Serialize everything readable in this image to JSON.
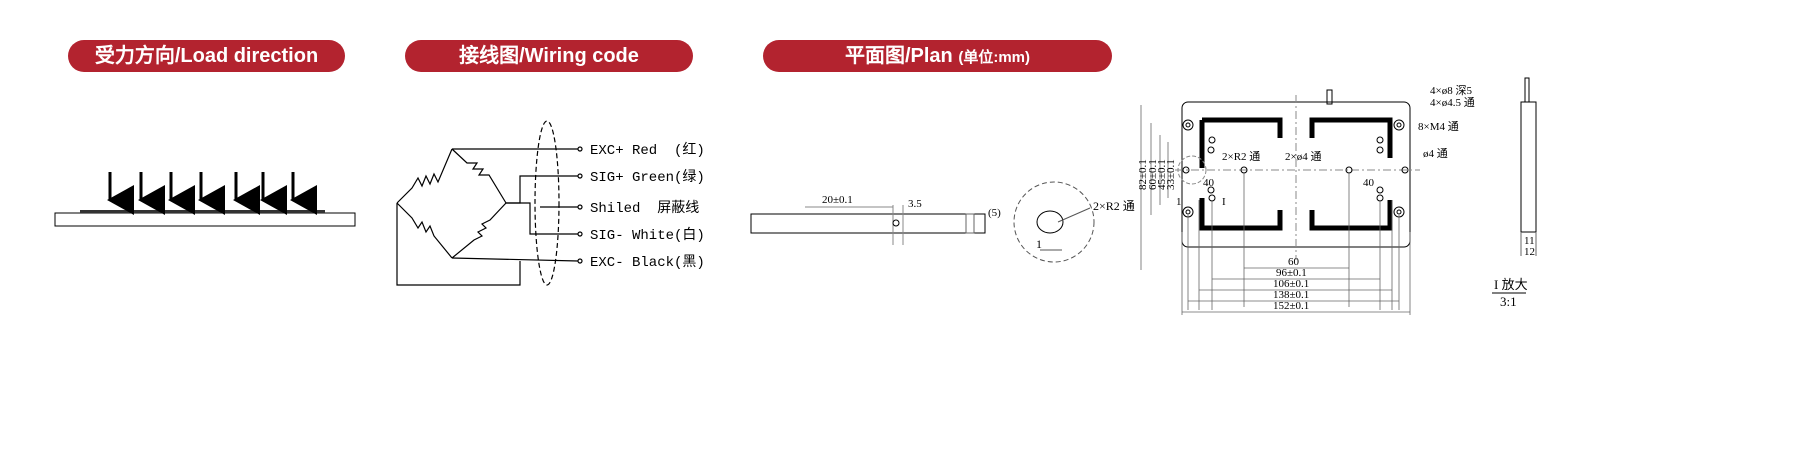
{
  "sections": {
    "load": {
      "title": "受力方向/Load direction"
    },
    "wiring": {
      "title": "接线图/Wiring code",
      "wires": [
        {
          "label": "EXC+ Red  (红)"
        },
        {
          "label": "SIG+ Green(绿)"
        },
        {
          "label": "Shiled  屏蔽线"
        },
        {
          "label": "SIG- White(白)"
        },
        {
          "label": "EXC- Black(黑)"
        }
      ]
    },
    "plan": {
      "title": "平面图/Plan",
      "unit": "(单位:mm)",
      "side": {
        "d1": "20±0.1",
        "d2": "3.5",
        "d3": "(5)"
      },
      "detail": {
        "note": "2×R2 通",
        "dim": "1"
      },
      "top": {
        "heights": [
          "82±0.1",
          "60±0.1",
          "45±0.1",
          "33±0.1"
        ],
        "widths": [
          "60",
          "96±0.1",
          "106±0.1",
          "138±0.1",
          "152±0.1"
        ],
        "notes": [
          "4×ø8 深5",
          "4×ø4.5 通",
          "8×M4 通",
          "ø4 通",
          "2×R2 通",
          "2×ø4 通"
        ],
        "dim40": "40",
        "detail_mark": "I",
        "detail_dim": "1"
      },
      "end_view": {
        "t1": "11",
        "t2": "12"
      },
      "scale": {
        "label": "I 放大",
        "ratio": "3:1"
      }
    }
  },
  "colors": {
    "accent": "#b3232f"
  }
}
